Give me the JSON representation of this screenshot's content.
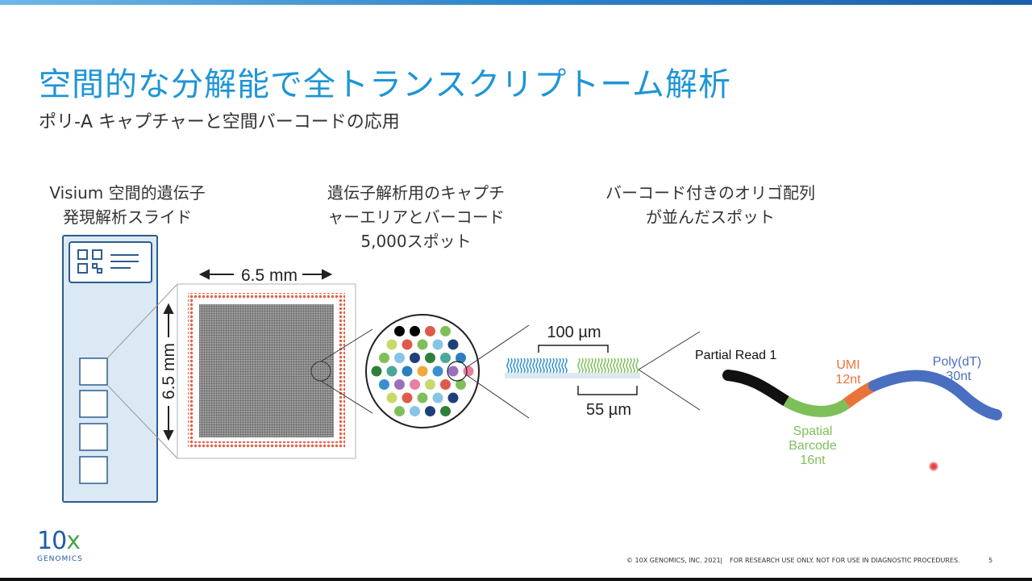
{
  "slide": {
    "title": "空間的な分解能で全トランスクリプトーム解析",
    "subtitle": "ポリ-A キャプチャーと空間バーコードの応用",
    "labels": {
      "slide_line1": "Visium 空間的遺伝子",
      "slide_line2": "発現解析スライド",
      "capture_line1": "遺伝子解析用のキャプチ",
      "capture_line2": "ャーエリアとバーコード",
      "capture_line3": "5,000スポット",
      "spot_line1": "バーコード付きのオリゴ配列",
      "spot_line2": "が並んだスポット"
    },
    "dimensions": {
      "width": "6.5 mm",
      "height": "6.5 mm",
      "spot_spacing": "100 µm",
      "spot_diameter": "55 µm"
    },
    "oligo": {
      "partial_read": "Partial Read 1",
      "umi_line1": "UMI",
      "umi_line2": "12nt",
      "polydt_line1": "Poly(dT)",
      "polydt_line2": "30nt",
      "barcode_line1": "Spatial",
      "barcode_line2": "Barcode",
      "barcode_line3": "16nt"
    },
    "colors": {
      "title": "#1f95d6",
      "partial_read": "#111111",
      "barcode": "#7fbf5a",
      "umi": "#e8743a",
      "polydt": "#4a6fc0",
      "fiducial": "#e8604a"
    },
    "footer": {
      "copyright": "© 10X GENOMICS, INC. 2021",
      "separator": "|",
      "research": "FOR RESEARCH USE ONLY. NOT FOR USE IN DIAGNOSTIC PROCEDURES.",
      "page": "5"
    },
    "logo": {
      "main": "10",
      "x": "x",
      "sub": "GENOMICS"
    }
  }
}
